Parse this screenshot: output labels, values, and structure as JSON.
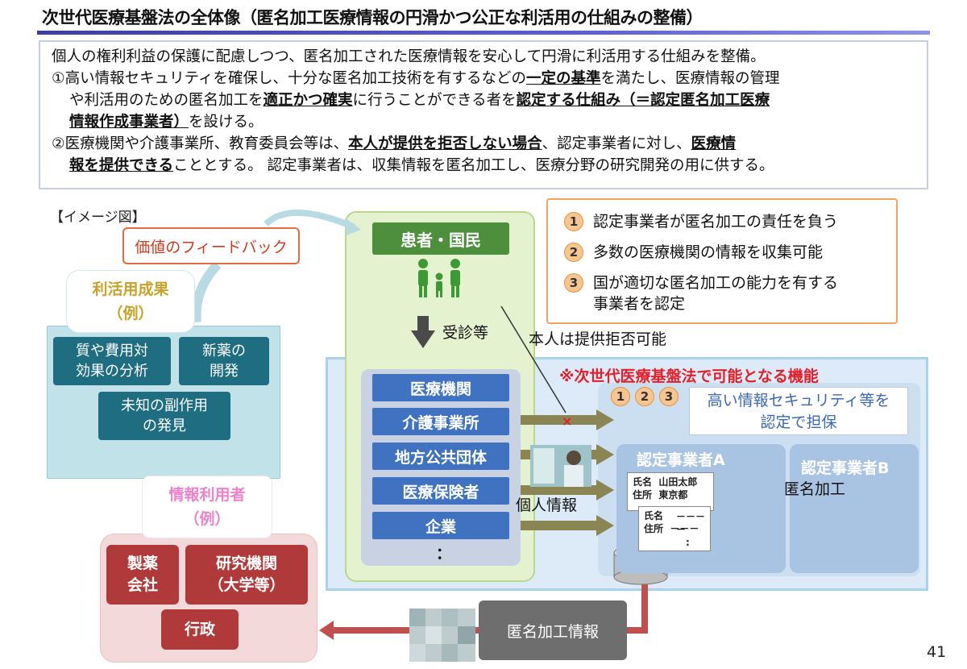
{
  "title": "次世代医療基盤法の全体像（匿名加工医療情報の円滑かつ公正な利活用の仕組みの整備）",
  "intro": {
    "line1": "個人の権利利益の保護に配慮しつつ、匿名加工された医療情報を安心して円滑に利活用する仕組みを整備。",
    "p1_a": "①高い情報セキュリティを確保し、十分な匿名加工技術を有するなどの",
    "p1_b": "一定の基準",
    "p1_c": "を満たし、医療情報の管理",
    "p1_d": "や利活用のための匿名加工を",
    "p1_e": "適正かつ確実",
    "p1_f": "に行うことができる者を",
    "p1_g": "認定する仕組み（＝認定匿名加工医療",
    "p1_h": "情報作成事業者）",
    "p1_i": "を設ける。",
    "p2_a": "②医療機関や介護事業所、教育委員会等は、",
    "p2_b": "本人が提供を拒否しない場合",
    "p2_c": "、認定事業者に対し、",
    "p2_d": "医療情",
    "p2_e": "報を提供できる",
    "p2_f": "こととする。 認定事業者は、収集情報を匿名加工し、医療分野の研究開発の用に供する。"
  },
  "image_label": "【イメージ図】",
  "feedback": "価値のフィードバック",
  "results": {
    "title1": "利活用成果",
    "title2": "（例）",
    "item1a": "質や費用対",
    "item1b": "効果の分析",
    "item2a": "新薬の",
    "item2b": "開発",
    "item3a": "未知の副作用",
    "item3b": "の発見"
  },
  "users": {
    "title1": "情報利用者",
    "title2": "（例）",
    "pharma_a": "製薬",
    "pharma_b": "会社",
    "research_a": "研究機関",
    "research_b": "（大学等）",
    "gov": "行政"
  },
  "patients": "患者・国民",
  "consult": "受診等",
  "refuse": "本人は提供拒否可能",
  "institutions": [
    "医療機関",
    "介護事業所",
    "地方公共団体",
    "医療保険者",
    "企業",
    "："
  ],
  "personal_info": "個人情報",
  "nextgen": "※次世代医療基盤法で可能となる機能",
  "security_a": "高い情報セキュリティ等を",
  "security_b": "認定で担保",
  "nums": [
    "1",
    "2",
    "3"
  ],
  "cert_a": "認定事業者A",
  "cert_b": "認定事業者B",
  "anon_process": "匿名加工",
  "card1": {
    "name_label": "氏名",
    "name_value": "山田太郎",
    "addr_label": "住所",
    "addr_value": "東京都"
  },
  "card2": {
    "name_label": "氏名",
    "name_value": "－－－－",
    "addr_label": "住所",
    "addr_value": "－－－",
    "more": ":"
  },
  "legend": [
    {
      "num": "1",
      "text": "認定事業者が匿名加工の責任を負う"
    },
    {
      "num": "2",
      "text": "多数の医療機関の情報を収集可能"
    },
    {
      "num": "3",
      "text_a": "国が適切な匿名加工の能力を有する",
      "text_b": "事業者を認定"
    }
  ],
  "anon_info": "匿名加工情報",
  "page_number": "41",
  "colors": {
    "title_bar": "#3b3fa3",
    "nextgen_red": "#e21f2a",
    "teal": "#1f6d80",
    "user_red": "#b03a3a",
    "inst_blue": "#3f73c1",
    "patient_green": "#4e8f3e"
  }
}
